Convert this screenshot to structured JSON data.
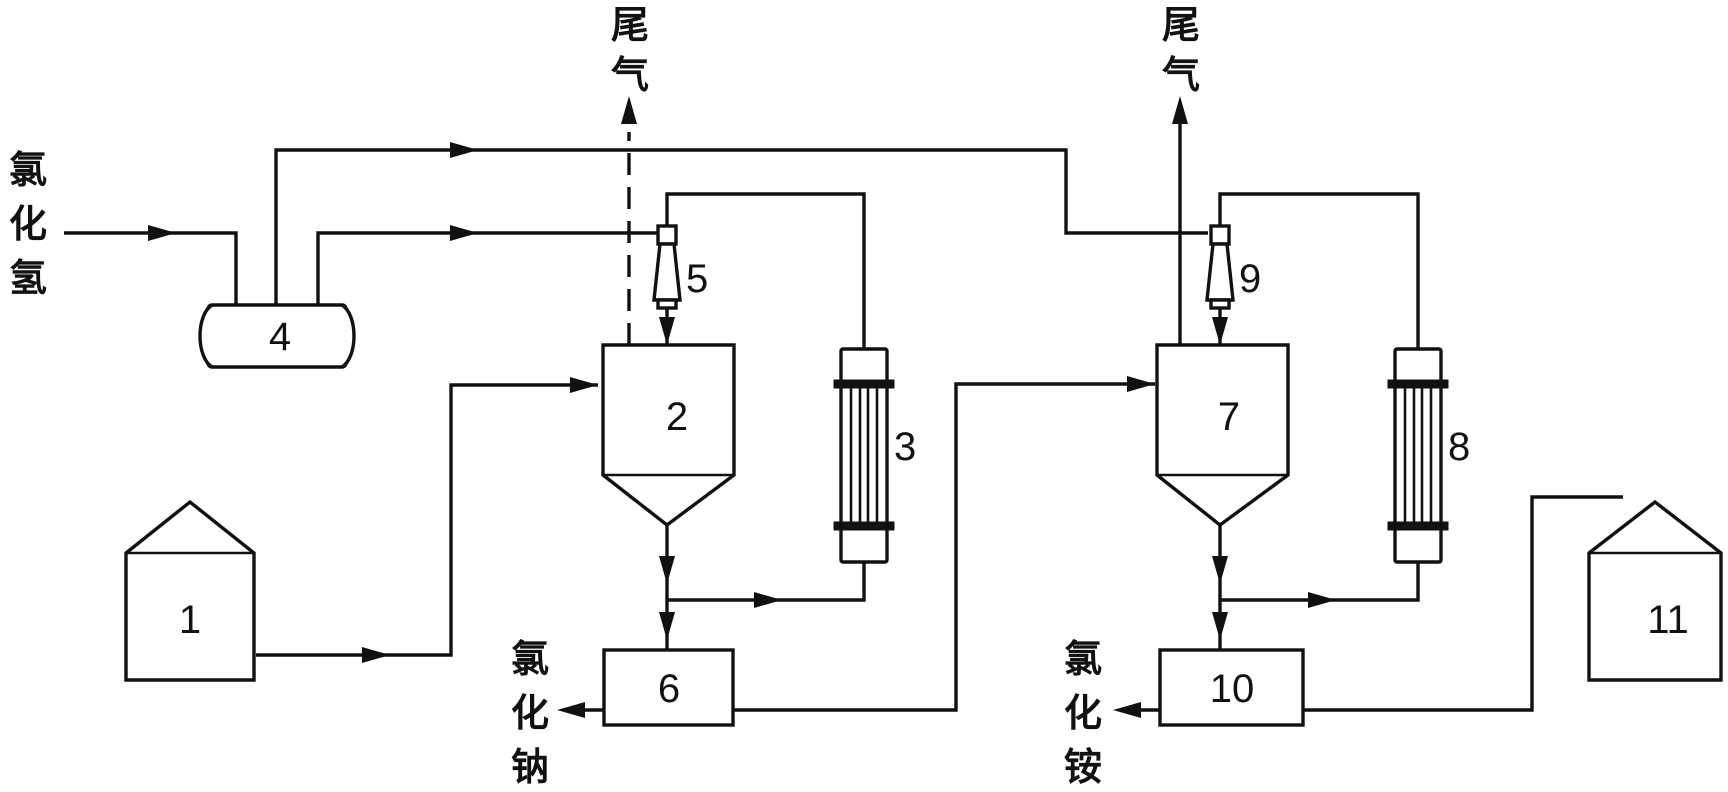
{
  "streams": {
    "hcl_in": [
      "氯",
      "化",
      "氢"
    ],
    "tail_gas_1": [
      "尾",
      "气"
    ],
    "tail_gas_2": [
      "尾",
      "气"
    ],
    "nacl_out": [
      "氯",
      "化",
      "钠"
    ],
    "nh4cl_out": [
      "氯",
      "化",
      "铵"
    ]
  },
  "equipment": {
    "silo_1": "1",
    "reactor_2": "2",
    "exchanger_3": "3",
    "tank_4": "4",
    "ejector_5": "5",
    "separator_6": "6",
    "reactor_7": "7",
    "exchanger_8": "8",
    "ejector_9": "9",
    "separator_10": "10",
    "silo_11": "11"
  }
}
